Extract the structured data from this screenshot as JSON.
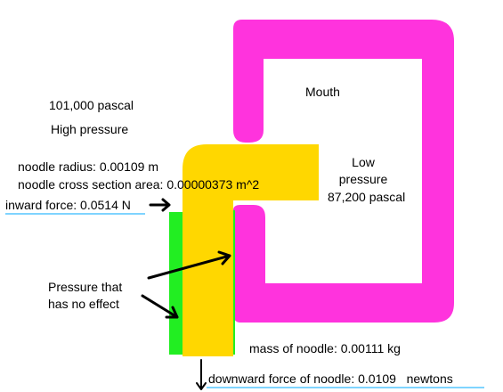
{
  "labels": {
    "outside_pressure": "101,000 pascal",
    "outside_pressure_desc": "High pressure",
    "mouth": "Mouth",
    "inside_pressure_desc_line1": "Low",
    "inside_pressure_desc_line2": "pressure",
    "inside_pressure": "87,200 pascal",
    "noodle_radius": "noodle radius: 0.00109 m",
    "noodle_area": "noodle cross section area: 0.00000373 m^2",
    "inward_force": "inward force: 0.0514 N",
    "no_effect_line1": "Pressure that",
    "no_effect_line2": "has no effect",
    "noodle_mass": "mass of noodle: 0.00111 kg",
    "downward_force": "downward force of noodle: 0.0109   newtons"
  },
  "colors": {
    "mouth": "#ff33dd",
    "noodle": "#ffd700",
    "pressure_band": "#22ee22",
    "underline": "#7fd4ff",
    "arrow": "#000000"
  }
}
